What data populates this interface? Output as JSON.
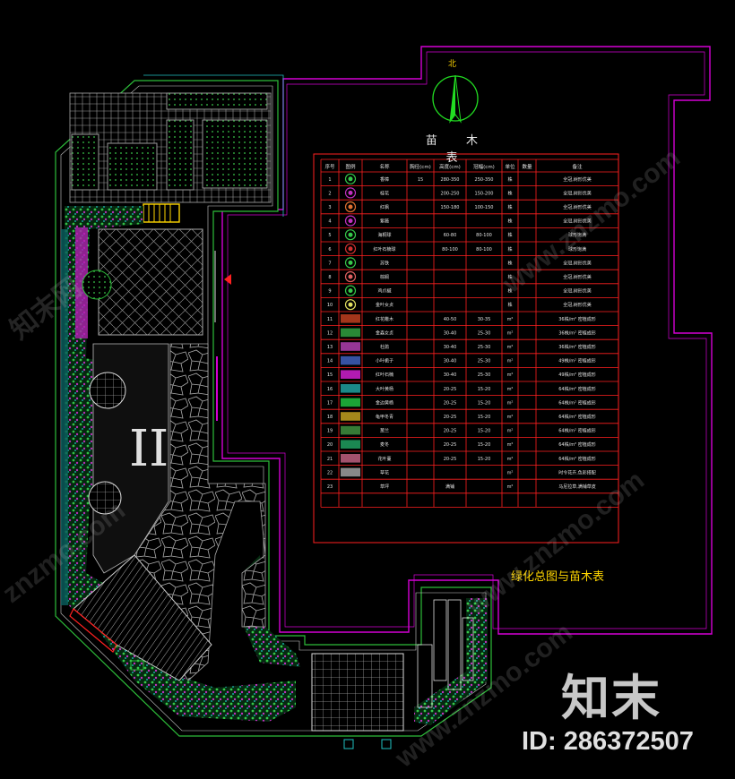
{
  "drawing": {
    "north_label": "北",
    "table_title": "苗 木 表",
    "caption": "绿化总图与苗木表",
    "area_label": "II",
    "colors": {
      "background": "#000000",
      "boundary": "#d400d4",
      "table_lines": "#ff2020",
      "paving": "#9a9a9a",
      "hedge": "#2dbd3a",
      "north": "#22dd22",
      "caption": "#ffd600"
    }
  },
  "plant_table": {
    "header": [
      "序号",
      "图例",
      "名称",
      "胸径(cm)",
      "高度(cm)",
      "冠幅(cm)",
      "单位",
      "数量",
      "备注"
    ],
    "rows": [
      [
        "1",
        "",
        "香樟",
        "15",
        "280-350",
        "250-350",
        "株",
        "",
        "全冠,树形优美"
      ],
      [
        "2",
        "",
        "桂花",
        "",
        "200-250",
        "150-200",
        "株",
        "",
        "全冠,树形优美"
      ],
      [
        "3",
        "",
        "红枫",
        "",
        "150-180",
        "100-150",
        "株",
        "",
        "全冠,树形优美"
      ],
      [
        "4",
        "",
        "紫薇",
        "",
        "",
        "",
        "株",
        "",
        "全冠,树形优美"
      ],
      [
        "5",
        "",
        "海桐球",
        "",
        "60-80",
        "80-100",
        "株",
        "",
        "球形饱满"
      ],
      [
        "6",
        "",
        "红叶石楠球",
        "",
        "80-100",
        "80-100",
        "株",
        "",
        "球形饱满"
      ],
      [
        "7",
        "",
        "苏铁",
        "",
        "",
        "",
        "株",
        "",
        "全冠,树形优美"
      ],
      [
        "8",
        "",
        "棕榈",
        "",
        "",
        "",
        "株",
        "",
        "全冠,树形优美"
      ],
      [
        "9",
        "",
        "鸡爪槭",
        "",
        "",
        "",
        "株",
        "",
        "全冠,树形优美"
      ],
      [
        "10",
        "",
        "金叶女贞",
        "",
        "",
        "",
        "株",
        "",
        "全冠,树形优美"
      ],
      [
        "11",
        "",
        "红花檵木",
        "",
        "40-50",
        "30-35",
        "m²",
        "",
        "36株/m²  密植成形"
      ],
      [
        "12",
        "",
        "金森女贞",
        "",
        "30-40",
        "25-30",
        "m²",
        "",
        "36株/m²  密植成形"
      ],
      [
        "13",
        "",
        "杜鹃",
        "",
        "30-40",
        "25-30",
        "m²",
        "",
        "36株/m²  密植成形"
      ],
      [
        "14",
        "",
        "小叶栀子",
        "",
        "30-40",
        "25-30",
        "m²",
        "",
        "49株/m²  密植成形"
      ],
      [
        "15",
        "",
        "红叶石楠",
        "",
        "30-40",
        "25-30",
        "m²",
        "",
        "49株/m²  密植成形"
      ],
      [
        "16",
        "",
        "大叶黄杨",
        "",
        "20-25",
        "15-20",
        "m²",
        "",
        "64株/m²  密植成形"
      ],
      [
        "17",
        "",
        "金边黄杨",
        "",
        "20-25",
        "15-20",
        "m²",
        "",
        "64株/m²  密植成形"
      ],
      [
        "18",
        "",
        "龟甲冬青",
        "",
        "20-25",
        "15-20",
        "m²",
        "",
        "64株/m²  密植成形"
      ],
      [
        "19",
        "",
        "葱兰",
        "",
        "20-25",
        "15-20",
        "m²",
        "",
        "64株/m²  密植成形"
      ],
      [
        "20",
        "",
        "麦冬",
        "",
        "20-25",
        "15-20",
        "m²",
        "",
        "64株/m²  密植成形"
      ],
      [
        "21",
        "",
        "花叶蔓",
        "",
        "20-25",
        "15-20",
        "m²",
        "",
        "64株/m²  密植成形"
      ],
      [
        "22",
        "",
        "草花",
        "",
        "",
        "",
        "m²",
        "",
        "时令花卉,色彩搭配"
      ],
      [
        "23",
        "",
        "草坪",
        "",
        "满铺",
        "",
        "m²",
        "",
        "马尼拉草,满铺草皮"
      ]
    ]
  },
  "watermark": {
    "brand": "知末",
    "id_text": "ID: 286372507",
    "site": "www.znzmo.com",
    "site_short": "znzmo.com",
    "side_text": "知末网"
  }
}
